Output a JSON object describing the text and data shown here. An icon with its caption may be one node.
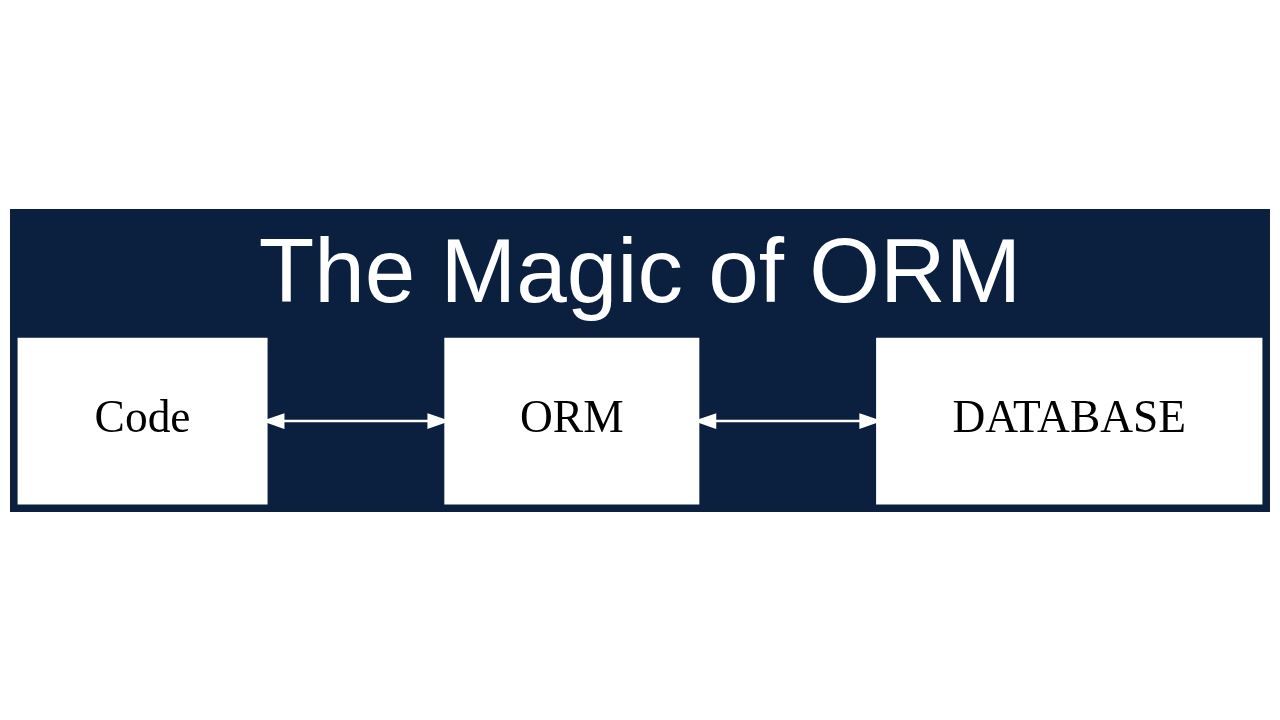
{
  "diagram": {
    "title": "The Magic of ORM",
    "nodes": [
      {
        "text": [
          "Code"
        ]
      },
      {
        "text": [
          "ORM"
        ]
      },
      {
        "text": [
          "DATABASE"
        ]
      }
    ],
    "edges": [
      {
        "from": 0,
        "to": 1,
        "arrow": "both"
      },
      {
        "from": 1,
        "to": 2,
        "arrow": "both"
      }
    ]
  }
}
